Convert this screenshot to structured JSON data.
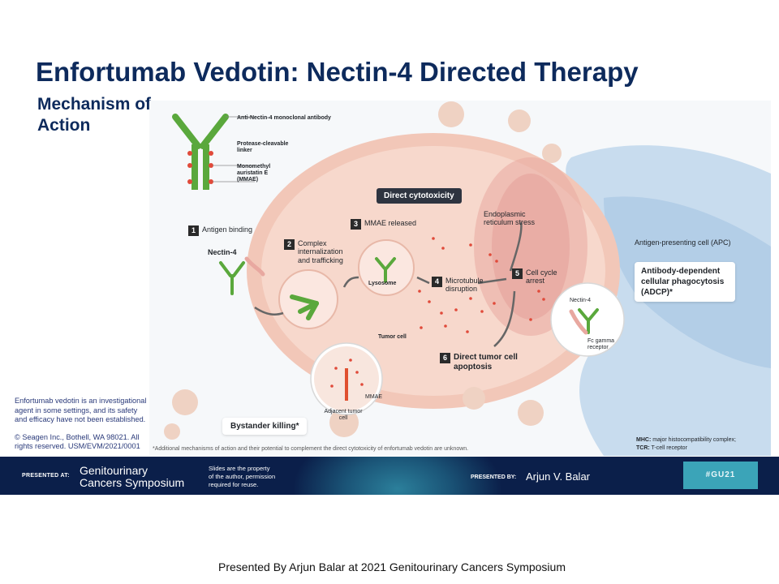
{
  "title": "Enfortumab Vedotin: Nectin-4 Directed Therapy",
  "subtitle": "Mechanism of Action",
  "figure": {
    "legend": {
      "antibody": "Anti-Nectin-4 monoclonal antibody",
      "linker": "Protease-cleavable linker",
      "payload": "Monomethyl auristatin E (MMAE)"
    },
    "direct_cytotoxicity": "Direct cytotoxicity",
    "steps": [
      {
        "num": "1",
        "label": "Antigen binding"
      },
      {
        "num": "2",
        "label": "Complex internalization and trafficking"
      },
      {
        "num": "3",
        "label": "MMAE released"
      },
      {
        "num": "4",
        "label": "Microtubule disruption"
      },
      {
        "num": "5",
        "label": "Cell cycle arrest"
      },
      {
        "num": "6",
        "label": "Direct tumor cell apoptosis"
      }
    ],
    "nectin4": "Nectin-4",
    "lysosome": "Lysosome",
    "er_stress": "Endoplasmic reticulum stress",
    "tumor_cell": "Tumor cell",
    "apc": "Antigen-presenting cell (APC)",
    "adcp": "Antibody-dependent cellular phagocytosis (ADCP)*",
    "inset_nectin4": "Nectin-4",
    "fc_receptor": "Fc gamma receptor",
    "mmae": "MMAE",
    "adjacent_cell": "Adjacent tumor cell",
    "bystander": "Bystander killing*",
    "footnote": "*Additional mechanisms of action and their potential to complement the direct cytotoxicity of enfortumab vedotin are unknown.",
    "abbrev_mhc_key": "MHC:",
    "abbrev_mhc": "major histocompatibility complex;",
    "abbrev_tcr_key": "TCR:",
    "abbrev_tcr": "T-cell receptor"
  },
  "left_note": {
    "investigational": "Enfortumab vedotin is an investigational agent in some settings, and its safety and efficacy have not been established.",
    "copyright": "© Seagen Inc., Bothell, WA 98021. All rights reserved. USM/EVM/2021/0001"
  },
  "footer": {
    "presented_at": "PRESENTED AT:",
    "symposium_line1": "Genitourinary",
    "symposium_line2": "Cancers Symposium",
    "property_line1": "Slides are the property",
    "property_line2": "of the author, permission",
    "property_line3": "required for reuse.",
    "presented_by": "PRESENTED BY:",
    "presenter": "Arjun V. Balar",
    "hashtag": "#GU21"
  },
  "caption": "Presented By Arjun  Balar at 2021 Genitourinary  Cancers Symposium",
  "colors": {
    "title": "#0d2a5c",
    "footer_bg": "#0b1f4a",
    "hashtag_bg": "#3ba4b8",
    "tumor_cell": "#f0b8a8",
    "apc": "#c8dcee",
    "antibody": "#5aa83c"
  }
}
